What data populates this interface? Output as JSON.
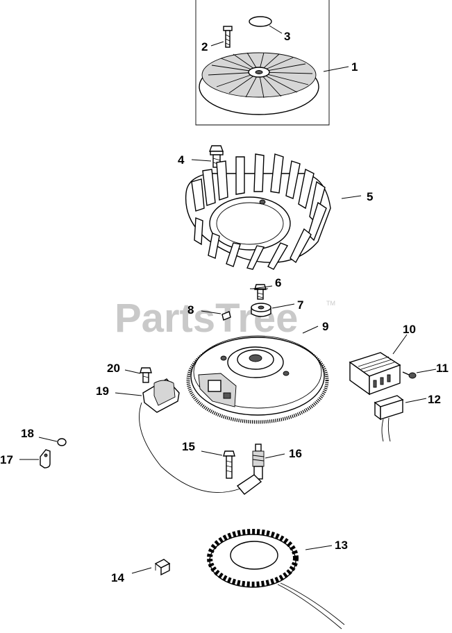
{
  "watermark": {
    "text": "PartsTree",
    "trademark": "TM"
  },
  "callouts": [
    "1",
    "2",
    "3",
    "4",
    "5",
    "6",
    "7",
    "8",
    "9",
    "10",
    "11",
    "12",
    "13",
    "14",
    "15",
    "16",
    "17",
    "18",
    "19",
    "20"
  ],
  "colors": {
    "line": "#000000",
    "watermark": "#c9c9c9",
    "background": "#ffffff"
  }
}
